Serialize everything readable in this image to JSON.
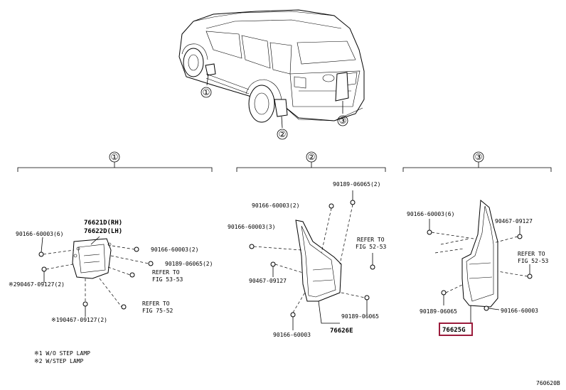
{
  "view_markers": {
    "one": "①",
    "two": "②",
    "three": "③"
  },
  "section1": {
    "header": "①",
    "part_rh": "76621D(RH)",
    "part_lh": "76622D(LH)",
    "clip_a": "90166-60003(6)",
    "screw_a": "90166-60003(2)",
    "screw_b": "90189-06065(2)",
    "refer_a1": "REFER TO",
    "refer_a2": "FIG 53-53",
    "clip_b": "※290467-09127(2)",
    "refer_b1": "REFER TO",
    "refer_b2": "FIG 75-52",
    "clip_c": "※190467-09127(2)"
  },
  "section2": {
    "header": "②",
    "screw_top": "90189-06065(2)",
    "clip_a": "90166-60003(2)",
    "clip_b": "90166-60003(3)",
    "refer1": "REFER TO",
    "refer2": "FIG 52-53",
    "clip_c": "90467-09127",
    "screw_bot": "90189-06065",
    "clip_d": "90166-60003",
    "part": "76626E"
  },
  "section3": {
    "header": "③",
    "clip_a": "90166-60003(6)",
    "clip_b": "90467-09127",
    "refer1": "REFER TO",
    "refer2": "FIG 52-53",
    "screw": "90189-06065",
    "clip_c": "90166-60003",
    "part": "76625G"
  },
  "notes": {
    "n1": "※1 W/O STEP LAMP",
    "n2": "※2 W/STEP LAMP"
  },
  "drawing_id": "760620B",
  "colors": {
    "highlight": "#9b1b3b"
  }
}
